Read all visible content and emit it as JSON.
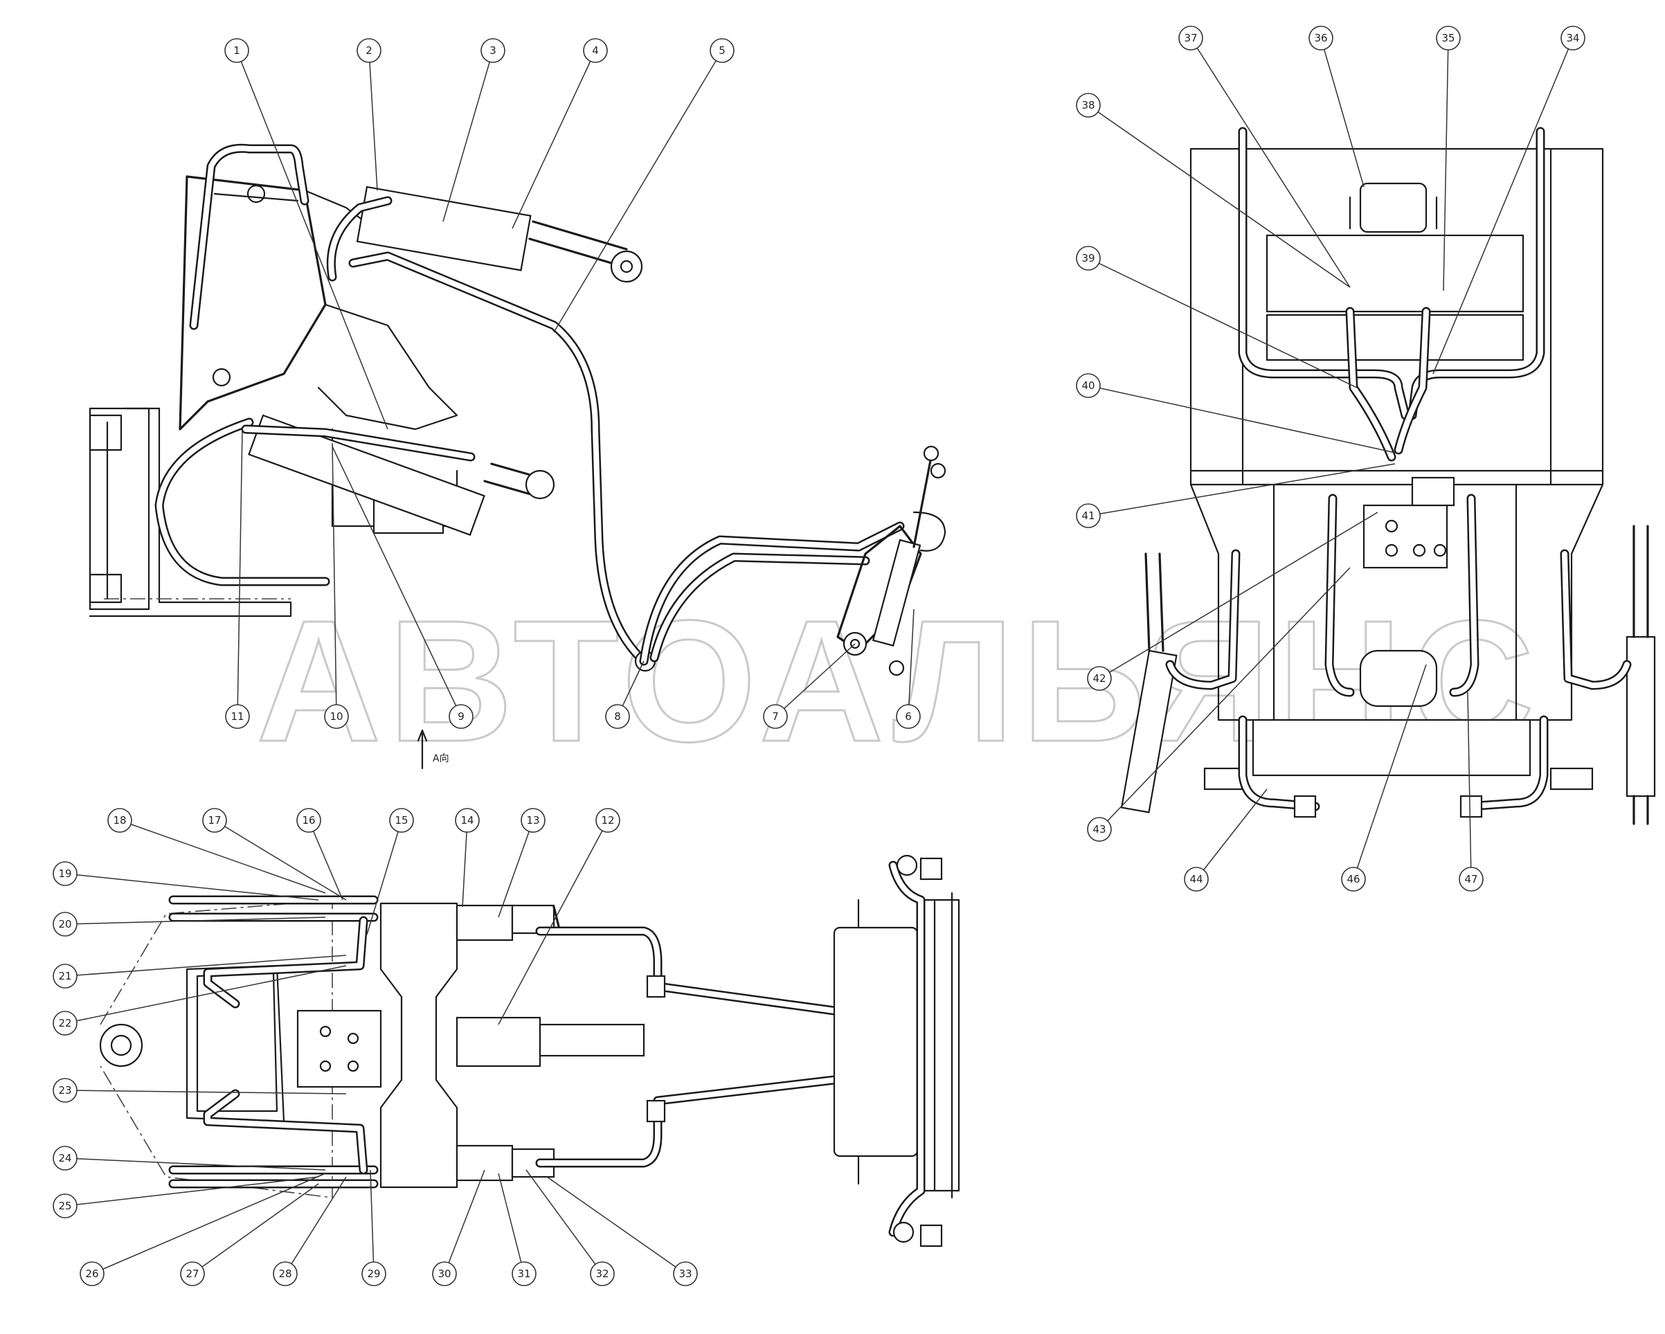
{
  "watermark": "АВТОАЛЬЯНС",
  "view_mark": "A向",
  "callouts": [
    "1",
    "2",
    "3",
    "4",
    "5",
    "6",
    "7",
    "8",
    "9",
    "10",
    "11",
    "12",
    "13",
    "14",
    "15",
    "16",
    "17",
    "18",
    "19",
    "20",
    "21",
    "22",
    "23",
    "24",
    "25",
    "26",
    "27",
    "28",
    "29",
    "30",
    "31",
    "32",
    "33",
    "34",
    "35",
    "36",
    "37",
    "38",
    "39",
    "40",
    "41",
    "42",
    "43",
    "44",
    "46",
    "47"
  ]
}
